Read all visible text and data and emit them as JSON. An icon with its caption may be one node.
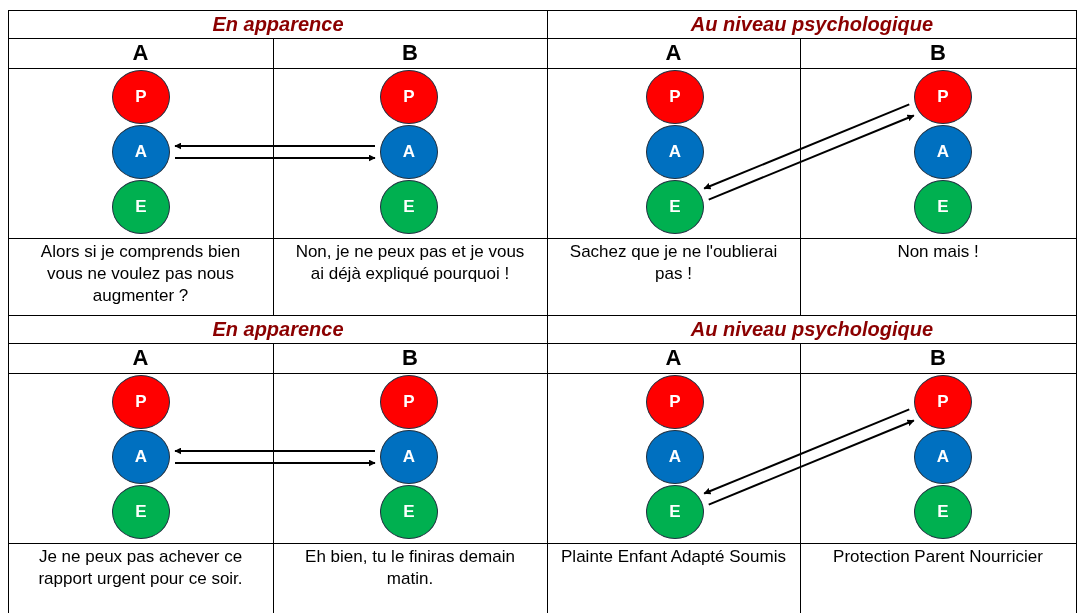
{
  "diagram": {
    "nodes": [
      {
        "text": [
          "P"
        ]
      },
      {
        "text": [
          "A"
        ]
      },
      {
        "text": [
          "E"
        ]
      },
      {
        "text": [
          "P"
        ]
      },
      {
        "text": [
          "A"
        ]
      },
      {
        "text": [
          "E"
        ]
      },
      {
        "text": [
          "P"
        ]
      },
      {
        "text": [
          "A"
        ]
      },
      {
        "text": [
          "E"
        ]
      },
      {
        "text": [
          "P"
        ]
      },
      {
        "text": [
          "A"
        ]
      },
      {
        "text": [
          "E"
        ]
      },
      {
        "text": [
          "P"
        ]
      },
      {
        "text": [
          "A"
        ]
      },
      {
        "text": [
          "E"
        ]
      },
      {
        "text": [
          "P"
        ]
      },
      {
        "text": [
          "A"
        ]
      },
      {
        "text": [
          "E"
        ]
      },
      {
        "text": [
          "P"
        ]
      },
      {
        "text": [
          "A"
        ]
      },
      {
        "text": [
          "E"
        ]
      },
      {
        "text": [
          "P"
        ]
      },
      {
        "text": [
          "A"
        ]
      },
      {
        "text": [
          "E"
        ]
      }
    ],
    "edges": [
      {
        "from": 1,
        "to": 4,
        "arrow": "to"
      },
      {
        "from": 4,
        "to": 1,
        "arrow": "to"
      },
      {
        "from": 8,
        "to": 9,
        "arrow": "to"
      },
      {
        "from": 9,
        "to": 8,
        "arrow": "to"
      },
      {
        "from": 13,
        "to": 16,
        "arrow": "to"
      },
      {
        "from": 16,
        "to": 13,
        "arrow": "to"
      },
      {
        "from": 20,
        "to": 21,
        "arrow": "to"
      },
      {
        "from": 21,
        "to": 20,
        "arrow": "to"
      }
    ],
    "labels": [
      "En apparence",
      "Au niveau psychologique",
      "A",
      "B",
      "A",
      "B",
      "Alors si je comprends bien vous ne voulez pas nous augmenter ?",
      "Non, je ne peux pas et je vous ai déjà expliqué pourquoi !",
      "Sachez que je ne l'oublierai pas !",
      "Non mais !",
      "En apparence",
      "Au niveau psychologique",
      "A",
      "B",
      "A",
      "B",
      "Je ne peux pas achever ce rapport urgent pour ce soir.",
      "Eh bien, tu le finiras demain matin.",
      "Plainte Enfant Adapté Soumis",
      "Protection Parent Nourricier"
    ]
  }
}
